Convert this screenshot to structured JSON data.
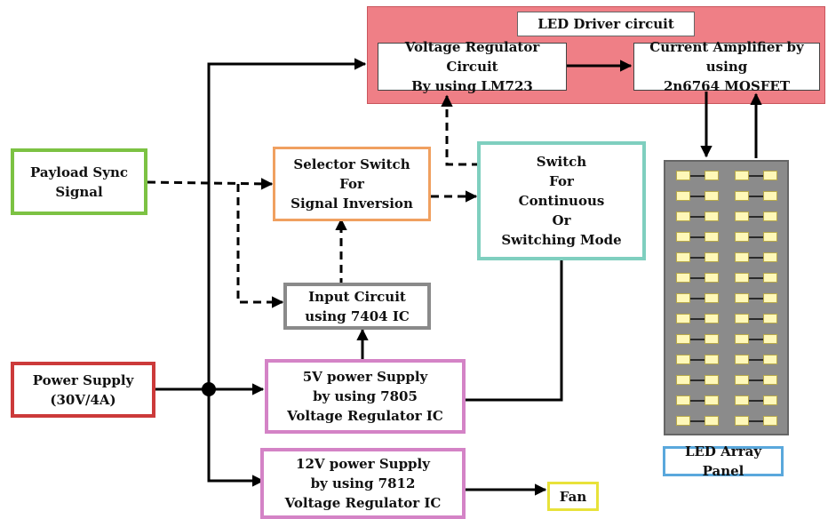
{
  "colors": {
    "green": "#7cc243",
    "orange": "#f0a060",
    "teal": "#7fcfbf",
    "gray": "#8a8a8a",
    "pink": "#d483c6",
    "red": "#cc3a3a",
    "yellow": "#e8e23a",
    "blue": "#5aa8dc",
    "driver_fill": "#ef7f86"
  },
  "blocks": {
    "led_driver_title": "LED Driver circuit",
    "voltage_regulator": "Voltage Regulator Circuit\nBy using LM723",
    "current_amplifier": "Current Amplifier by using\n2n6764 MOSFET",
    "payload_sync": "Payload Sync\nSignal",
    "selector_switch": "Selector Switch\nFor\nSignal Inversion",
    "mode_switch": "Switch\nFor\nContinuous\nOr\nSwitching Mode",
    "input_circuit": "Input Circuit\nusing 7404 IC",
    "power_supply": "Power Supply\n(30V/4A)",
    "supply_5v": "5V power Supply\nby using 7805\nVoltage Regulator IC",
    "supply_12v": "12V power Supply\nby using 7812\nVoltage Regulator IC",
    "fan": "Fan",
    "led_array_panel": "LED Array Panel"
  }
}
